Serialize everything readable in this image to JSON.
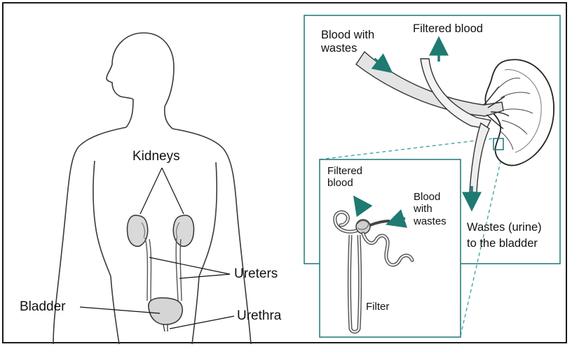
{
  "body_labels": {
    "kidneys": "Kidneys",
    "ureters": "Ureters",
    "bladder": "Bladder",
    "urethra": "Urethra"
  },
  "kidney_panel": {
    "blood_with_wastes_line1": "Blood with",
    "blood_with_wastes_line2": "wastes",
    "filtered_blood": "Filtered blood",
    "wastes_urine_line1": "Wastes (urine)",
    "wastes_urine_line2": "to the bladder"
  },
  "nephron_panel": {
    "filtered_blood_line1": "Filtered",
    "filtered_blood_line2": "blood",
    "blood_with_wastes_line1": "Blood",
    "blood_with_wastes_line2": "with",
    "blood_with_wastes_line3": "wastes",
    "filter": "Filter"
  },
  "colors": {
    "panel_border": "#2a7f7f",
    "arrow": "#1f7a72",
    "line": "#1a1a1a"
  }
}
